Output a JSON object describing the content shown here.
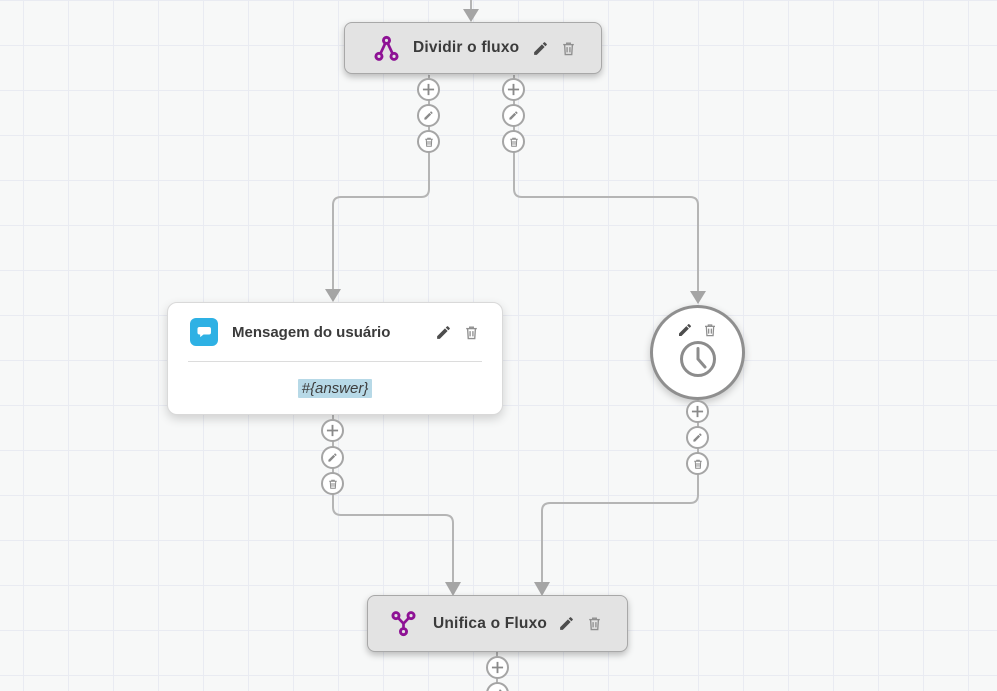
{
  "flow": {
    "split_node": {
      "label": "Dividir o fluxo"
    },
    "message_node": {
      "label": "Mensagem do usuário",
      "body_value": "#{answer}"
    },
    "timer_node": {
      "label": ""
    },
    "merge_node": {
      "label": "Unifica o Fluxo"
    }
  },
  "icons": {
    "split_flow_icon": "three purple dots branching downward",
    "merge_flow_icon": "three purple dots merging downward",
    "chat_bubble_icon": "white speech bubble on blue square",
    "clock_icon": "gray clock face",
    "edit_icon": "pencil",
    "delete_icon": "trash bin",
    "add_icon": "plus"
  },
  "colors": {
    "node_purple": "#8e1295",
    "chat_blue": "#2eb1e4",
    "highlight_blue": "#b7d9e7",
    "node_gray_bg": "#e3e3e3",
    "wire_gray": "#b5b5b5",
    "canvas_bg": "#f7f8f8",
    "grid_line": "#e9ebf2"
  }
}
